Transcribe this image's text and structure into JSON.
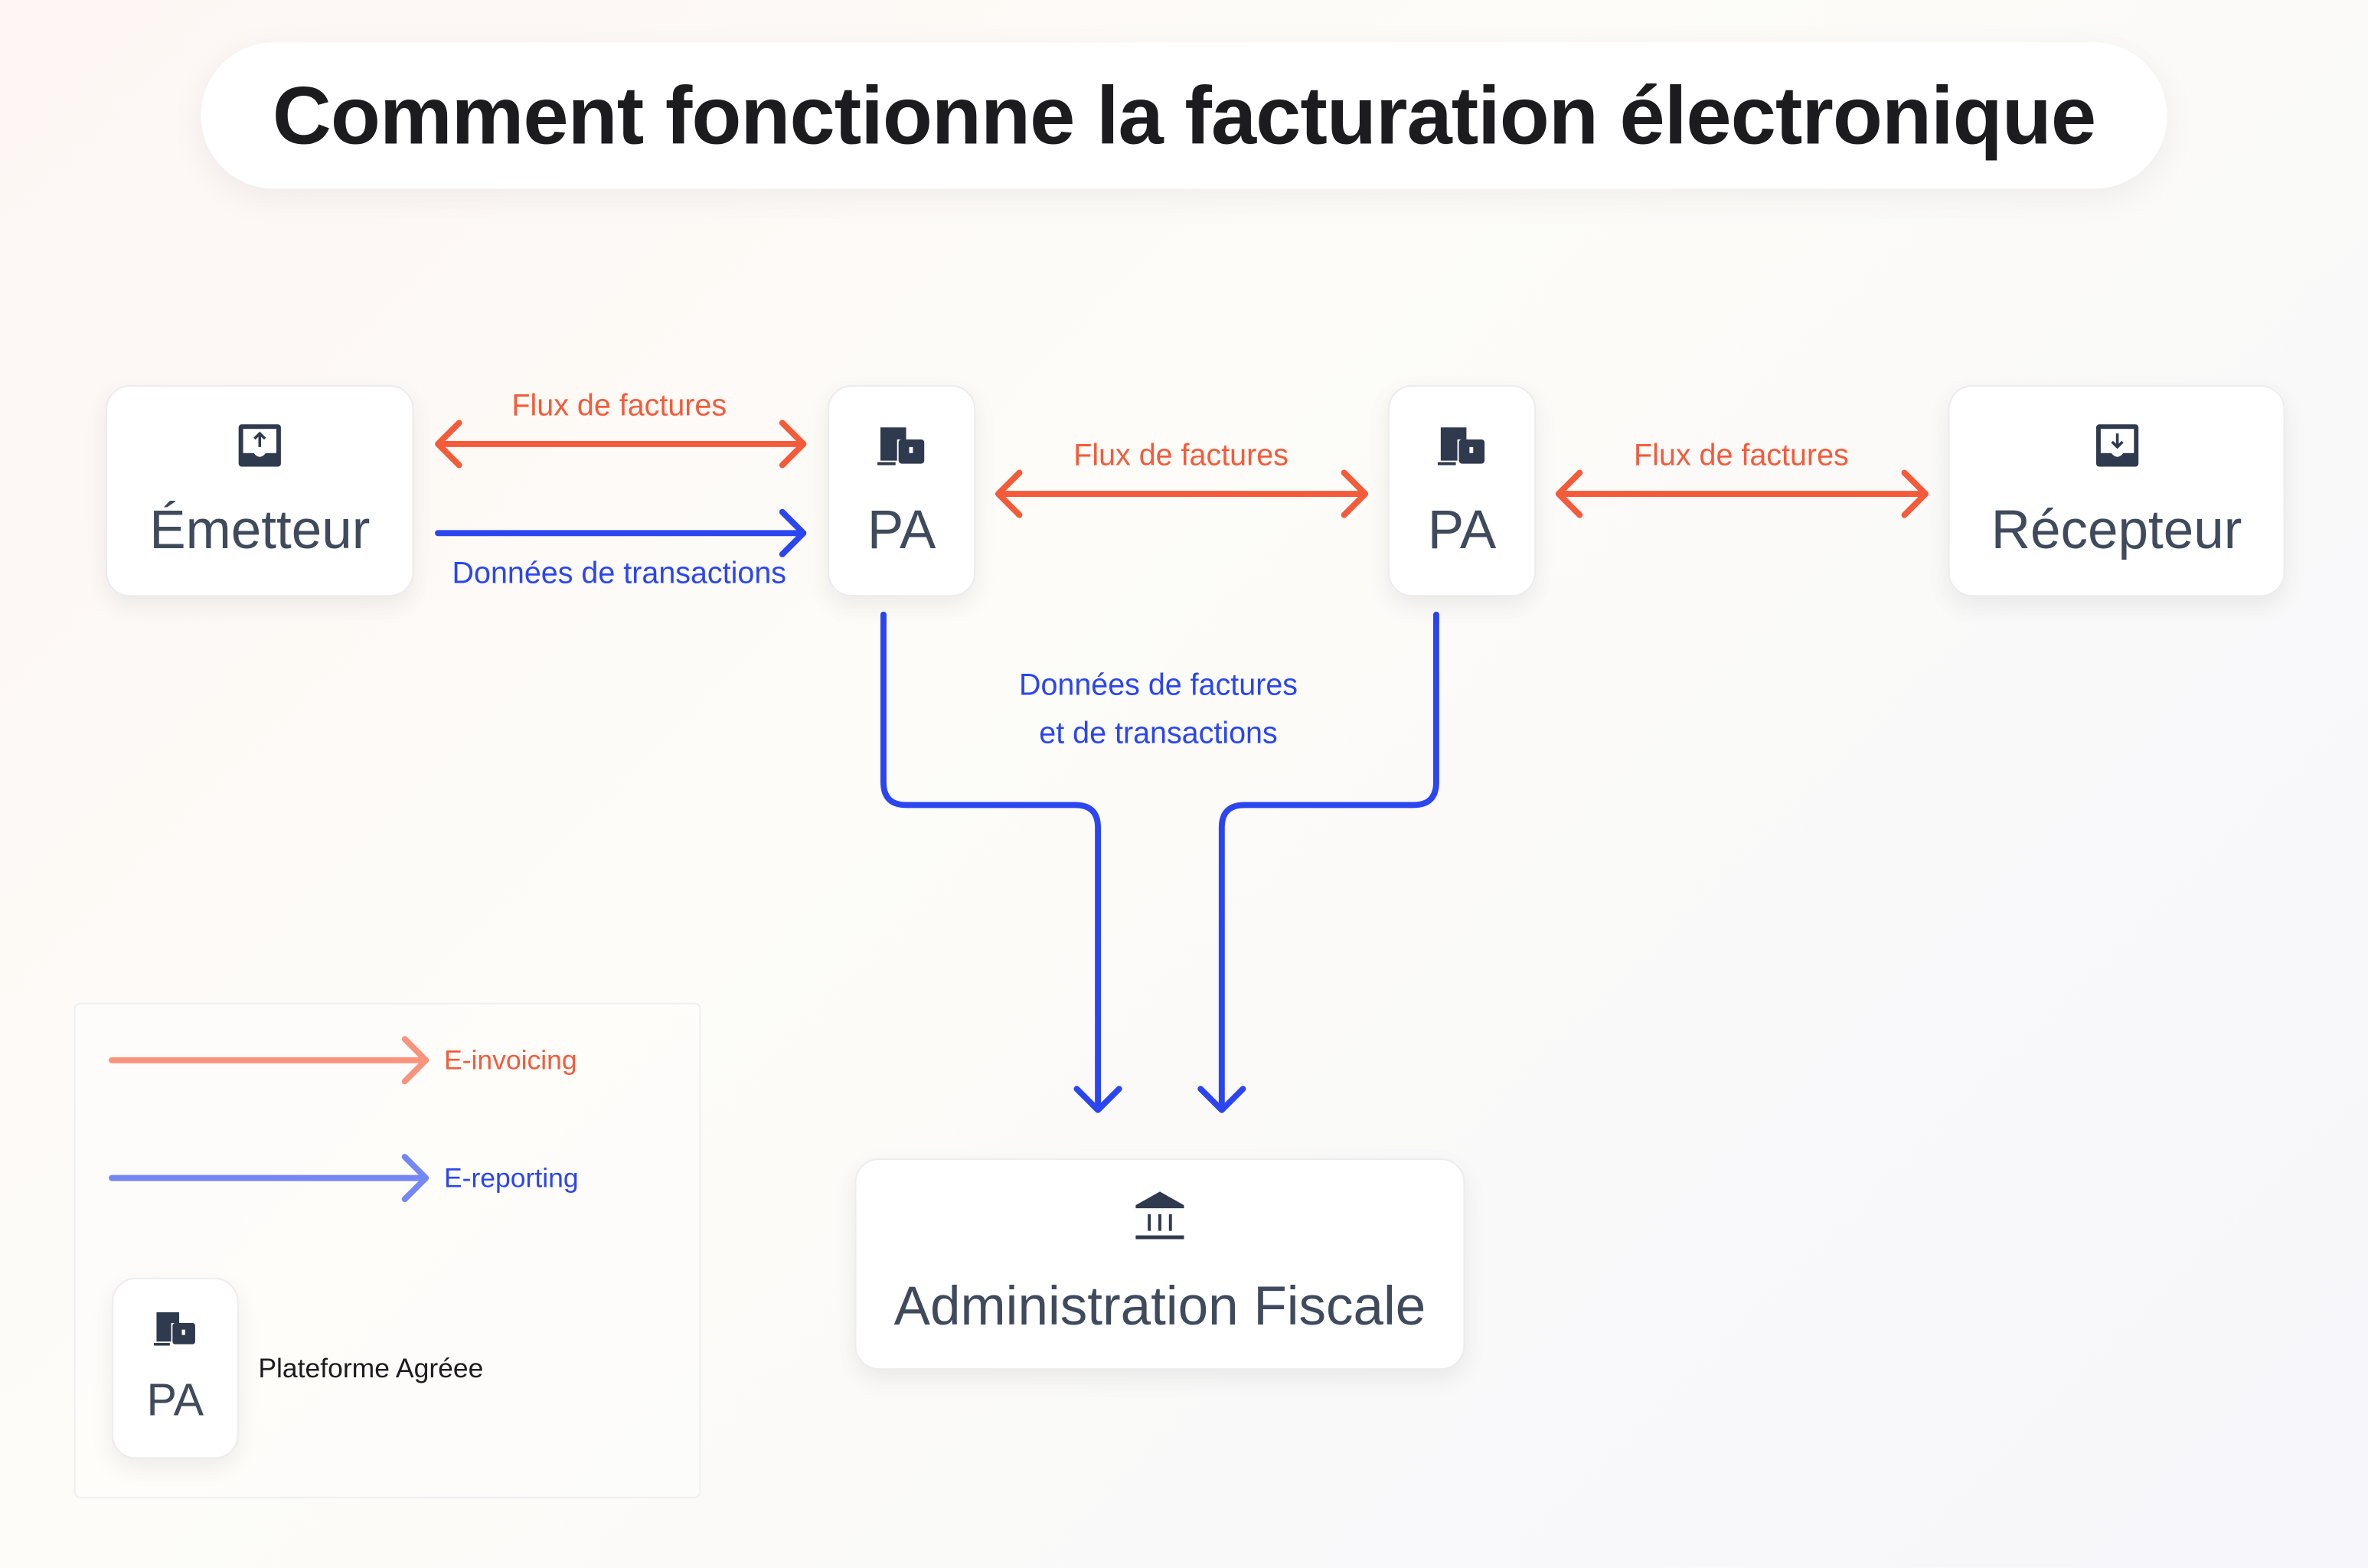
{
  "title": "Comment fonctionne la facturation électronique",
  "nodes": {
    "emetteur": "Émetteur",
    "pa1": "PA",
    "pa2": "PA",
    "recepteur": "Récepteur",
    "admin": "Administration Fiscale"
  },
  "edges": {
    "emetteur_pa_invoices": "Flux de factures",
    "emetteur_pa_transactions": "Données de transactions",
    "pa_pa_invoices": "Flux de factures",
    "pa_recepteur_invoices": "Flux de factures",
    "pa_admin_line1": "Données de factures",
    "pa_admin_line2": "et de transactions"
  },
  "legend": {
    "einvoicing": "E-invoicing",
    "ereporting": "E-reporting",
    "pa_label": "PA",
    "pa_desc": "Plateforme Agréee"
  },
  "colors": {
    "einvoicing": "#f45b3a",
    "ereporting": "#2b45f0",
    "text": "#3f4a5c"
  }
}
